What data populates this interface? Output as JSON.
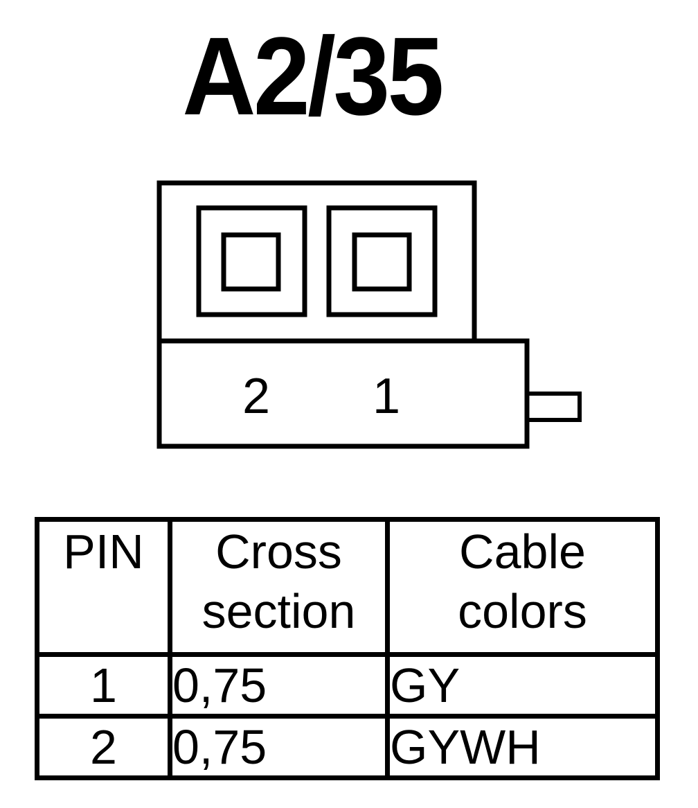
{
  "title": "A2/35",
  "connector": {
    "pin_labels": [
      "2",
      "1"
    ]
  },
  "table": {
    "headers": [
      [
        "PIN"
      ],
      [
        "Cross",
        "section"
      ],
      [
        "Cable",
        "colors"
      ]
    ],
    "rows": [
      {
        "pin": "1",
        "cross_section": "0,75",
        "cable_color": "GY"
      },
      {
        "pin": "2",
        "cross_section": "0,75",
        "cable_color": "GYWH"
      }
    ]
  }
}
